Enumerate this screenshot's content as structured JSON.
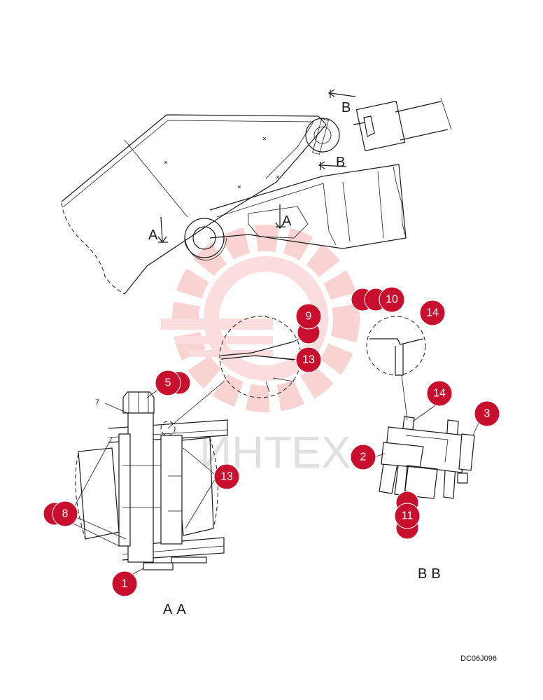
{
  "watermark": {
    "text": "ИНТЕХ",
    "color": "#f4a0a0"
  },
  "callout_color": "#c8102e",
  "section_markers": {
    "a": "A",
    "b": "B"
  },
  "view_captions": {
    "aa": "AA",
    "bb": "BB"
  },
  "drawing_code": "DC06J096",
  "callouts": {
    "c1": "1",
    "c2": "2",
    "c3": "3",
    "c5": "5",
    "c7": "7",
    "c8": "8",
    "c9": "9",
    "c10": "10",
    "c11": "11",
    "c13": "13",
    "c14": "14"
  }
}
